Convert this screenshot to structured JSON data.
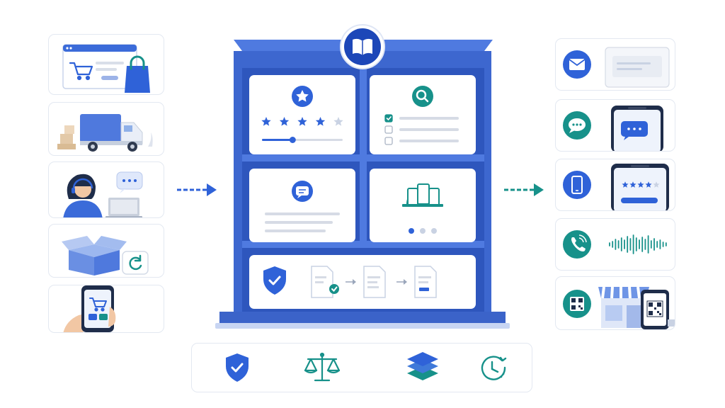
{
  "colors": {
    "blue": "#2f62d8",
    "blue_dark": "#1d47b8",
    "blue_light": "#dfe8fb",
    "teal": "#17918a",
    "cabinet": "#3d67cf",
    "cabinet_inner": "#2e56bd",
    "gray_line": "#d6dbe5",
    "star_empty": "#c9d2e3"
  },
  "header": {
    "icon": "book-icon"
  },
  "left_column": {
    "items": [
      {
        "name": "online-shopping",
        "icons": [
          "browser-window-icon",
          "shopping-cart-icon",
          "shopping-bag-icon"
        ]
      },
      {
        "name": "delivery",
        "icons": [
          "delivery-truck-icon",
          "package-boxes-icon"
        ]
      },
      {
        "name": "customer-support",
        "icons": [
          "support-agent-icon",
          "chat-bubble-icon",
          "laptop-icon"
        ]
      },
      {
        "name": "returns",
        "icons": [
          "open-box-icon",
          "refresh-icon"
        ]
      },
      {
        "name": "mobile-shopping",
        "icons": [
          "smartphone-icon",
          "cart-icon",
          "hand-icon"
        ]
      }
    ]
  },
  "center_panels": {
    "ratings": {
      "icon": "star-badge-icon",
      "stars_total": 5,
      "stars_filled": 4,
      "slider_value": 0.38
    },
    "search_checklist": {
      "icon": "magnifier-icon",
      "rows": 3,
      "checked_rows": 1
    },
    "messages": {
      "icon": "message-icon"
    },
    "multi_device": {
      "icon": "devices-icon",
      "carousel_dots": 3,
      "active_dot": 1
    },
    "document_flow": {
      "icons": [
        "shield-check-icon",
        "document-check-icon",
        "arrow-right-icon",
        "document-icon",
        "arrow-right-icon",
        "document-form-icon"
      ]
    }
  },
  "right_column": {
    "items": [
      {
        "name": "email",
        "icon": "envelope-icon"
      },
      {
        "name": "chat",
        "icon": "speech-bubble-icon"
      },
      {
        "name": "mobile-reviews",
        "icon": "mobile-icon",
        "stars_total": 5,
        "stars_filled": 4
      },
      {
        "name": "phone-call",
        "icon": "phone-icon"
      },
      {
        "name": "in-store-qr",
        "icon": "qr-code-icon"
      }
    ]
  },
  "bottom_bar": {
    "icons": [
      "shield-check-icon",
      "balance-scale-icon",
      "layers-icon",
      "clock-history-icon"
    ]
  },
  "arrows": {
    "left": "arrow-right-icon",
    "right": "arrow-right-icon"
  }
}
